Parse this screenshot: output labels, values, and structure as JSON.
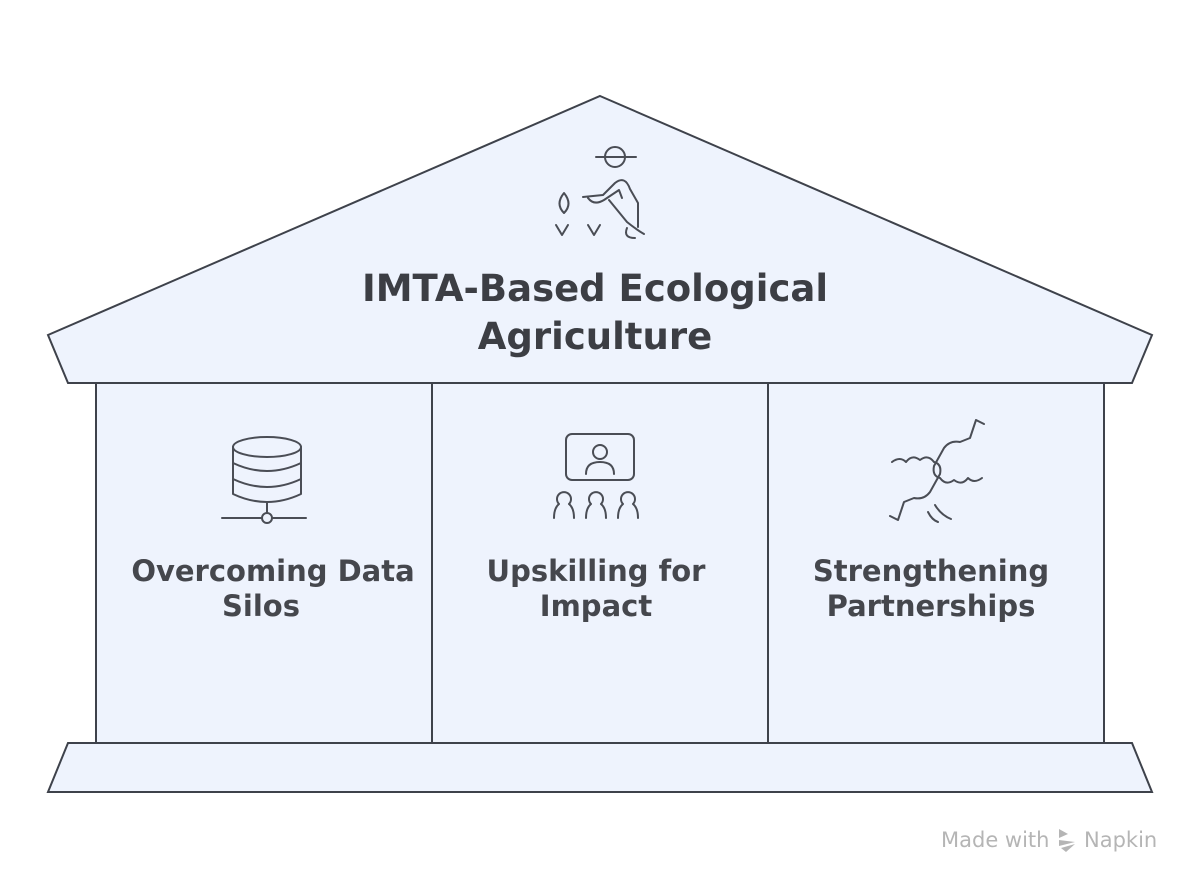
{
  "title_lines": [
    "IMTA-Based Ecological",
    "Agriculture"
  ],
  "pillars": [
    {
      "lines": [
        "Overcoming Data",
        "Silos"
      ],
      "icon": "database-icon"
    },
    {
      "lines": [
        "Upskilling for",
        "Impact"
      ],
      "icon": "presentation-audience-icon"
    },
    {
      "lines": [
        "Strengthening",
        "Partnerships"
      ],
      "icon": "fist-bump-icon"
    }
  ],
  "roof_icon": "farmer-planting-icon",
  "watermark": {
    "prefix": "Made with",
    "brand": "Napkin"
  },
  "colors": {
    "fill": "#EEF3FD",
    "stroke": "#3E424B",
    "text": "#3C3E44"
  }
}
